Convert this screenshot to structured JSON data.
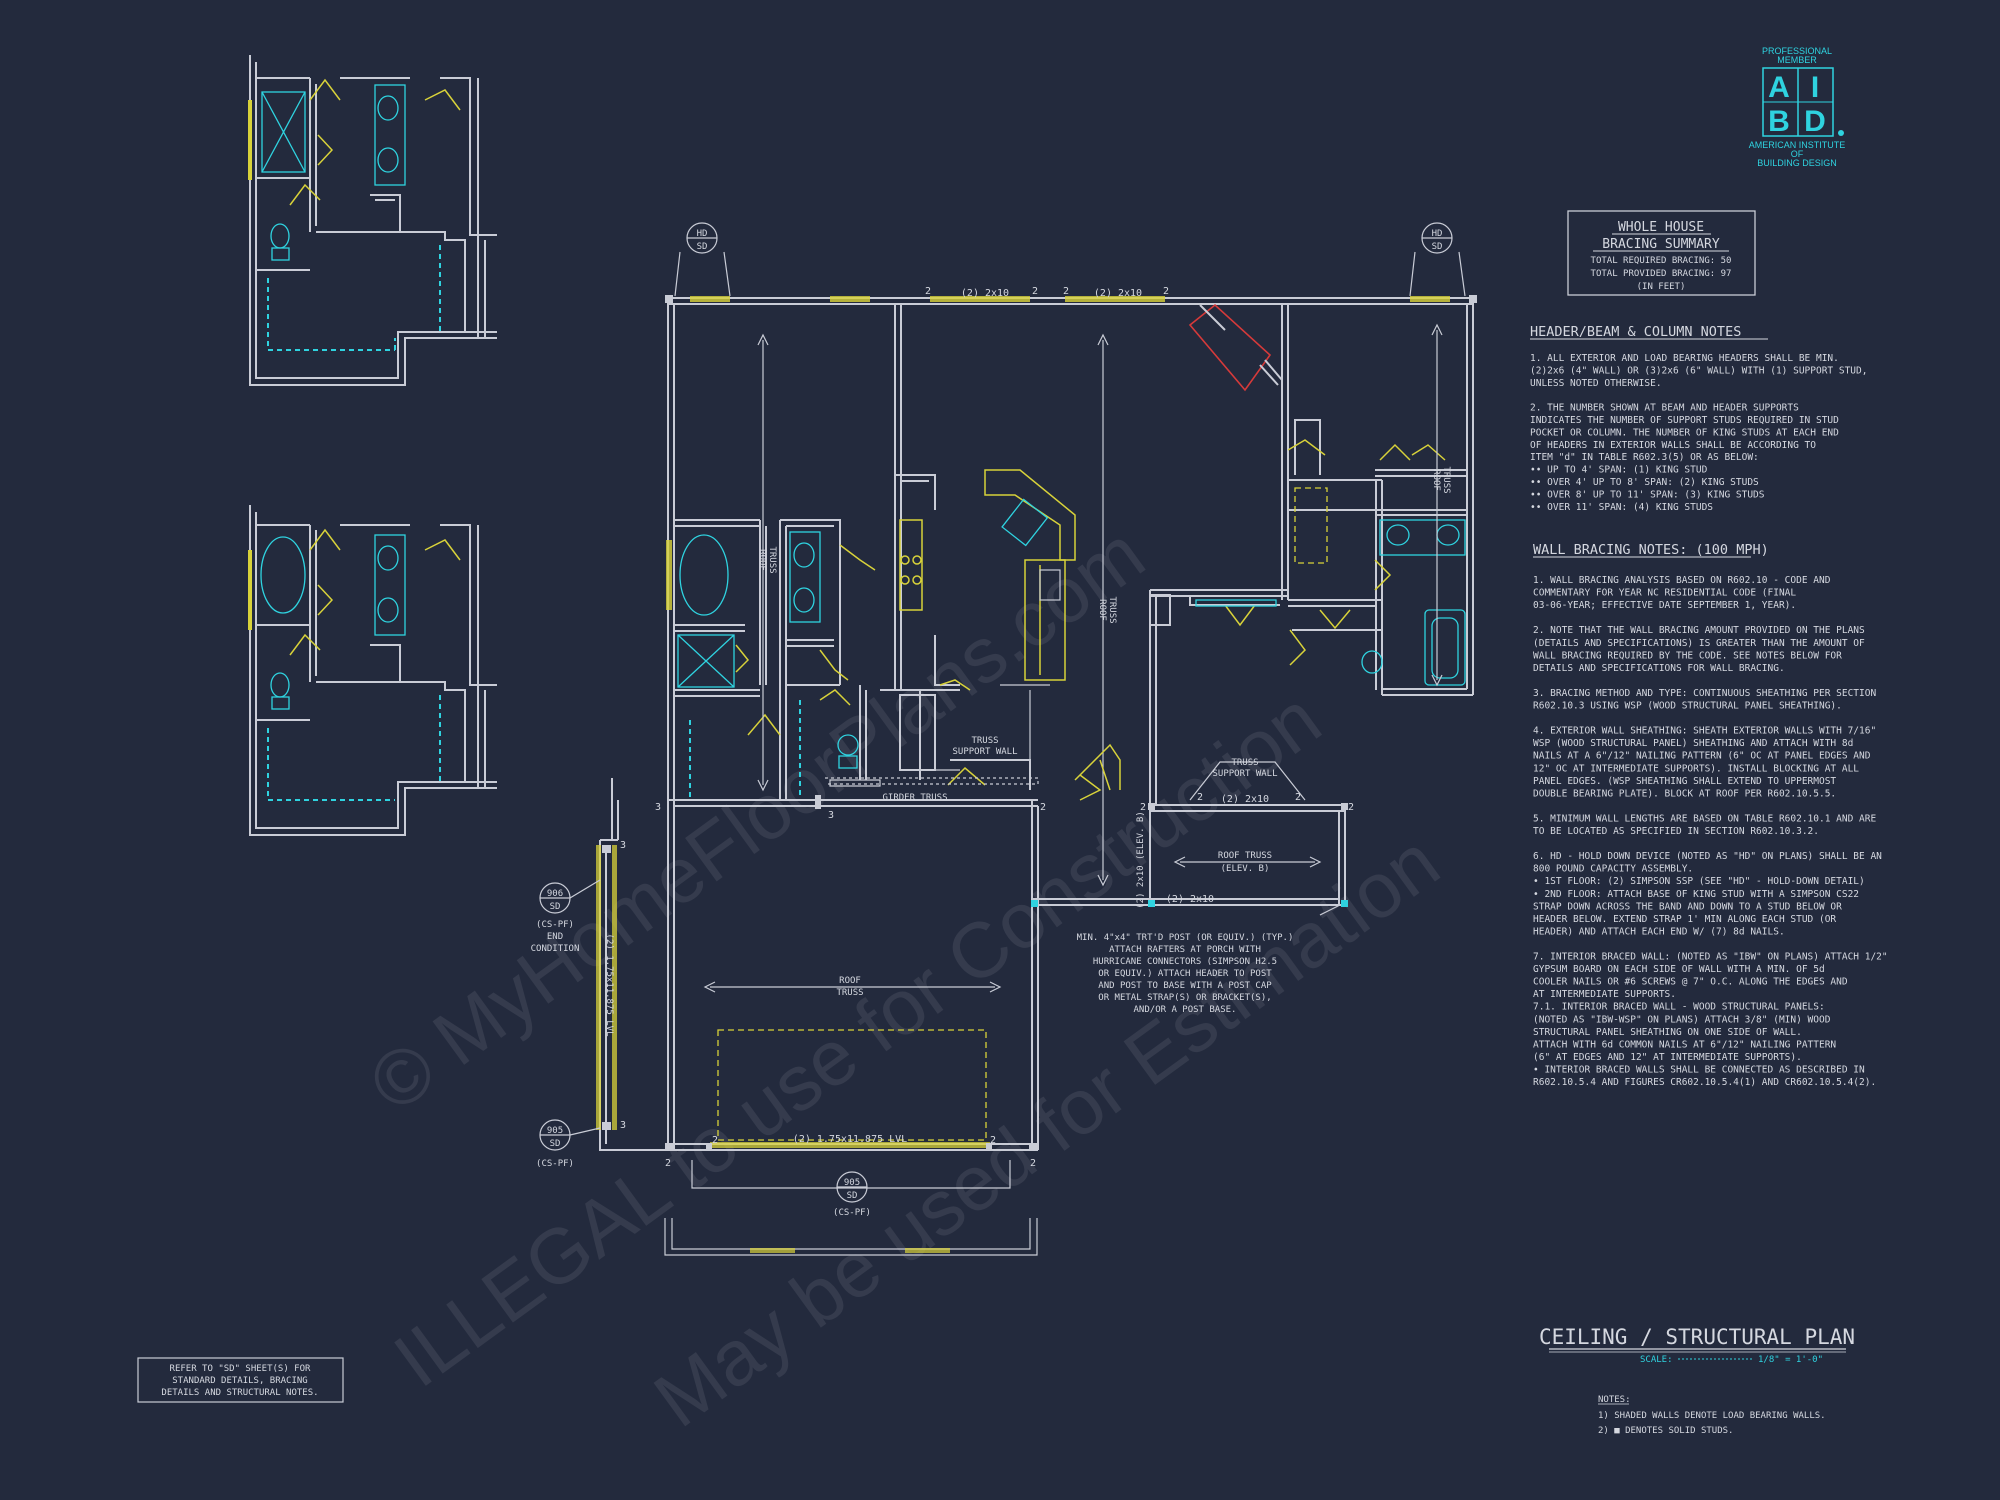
{
  "logo": {
    "top": "PROFESSIONAL",
    "top2": "MEMBER",
    "letters": [
      "A",
      "I",
      "B",
      "D"
    ],
    "bottom1": "AMERICAN INSTITUTE",
    "bottom2": "OF",
    "bottom3": "BUILDING DESIGN"
  },
  "summary": {
    "title1": "WHOLE HOUSE",
    "title2": "BRACING SUMMARY",
    "line1": "TOTAL REQUIRED BRACING: 50",
    "line2": "TOTAL PROVIDED BRACING: 97",
    "line3": "(IN FEET)"
  },
  "header_notes": {
    "title": "HEADER/BEAM & COLUMN NOTES",
    "lines": [
      "1.   ALL EXTERIOR AND LOAD BEARING HEADERS SHALL BE MIN.",
      "      (2)2x6 (4\" WALL) OR (3)2x6 (6\" WALL) WITH (1) SUPPORT STUD,",
      "      UNLESS NOTED OTHERWISE.",
      "",
      "2.   THE NUMBER SHOWN AT BEAM AND HEADER SUPPORTS",
      "      INDICATES THE NUMBER OF SUPPORT STUDS REQUIRED IN STUD",
      "      POCKET OR COLUMN. THE NUMBER OF KING STUDS AT EACH END",
      "      OF HEADERS IN EXTERIOR WALLS SHALL BE ACCORDING TO",
      "      ITEM \"d\" IN TABLE R602.3(5) OR AS BELOW:",
      "  ••      UP TO 4' SPAN: (1) KING STUD",
      "  ••      OVER 4' UP TO 8' SPAN: (2) KING STUDS",
      "  ••      OVER 8' UP TO 11' SPAN: (3) KING STUDS",
      "  ••      OVER 11' SPAN: (4) KING STUDS"
    ]
  },
  "wall_notes": {
    "title": "WALL BRACING NOTES: (100 MPH)",
    "lines": [
      "1.   WALL BRACING ANALYSIS BASED ON R602.10 - CODE AND",
      "      COMMENTARY FOR YEAR NC RESIDENTIAL CODE (FINAL",
      "      03-06-YEAR; EFFECTIVE DATE SEPTEMBER 1, YEAR).",
      "",
      "2.   NOTE THAT THE WALL BRACING AMOUNT PROVIDED ON THE PLANS",
      "      (DETAILS AND SPECIFICATIONS) IS GREATER THAN THE AMOUNT OF",
      "      WALL BRACING REQUIRED BY THE CODE. SEE NOTES BELOW FOR",
      "      DETAILS AND SPECIFICATIONS FOR WALL BRACING.",
      "",
      "3.   BRACING METHOD AND TYPE: CONTINUOUS SHEATHING PER SECTION",
      "      R602.10.3 USING WSP (WOOD STRUCTURAL PANEL SHEATHING).",
      "",
      "4.   EXTERIOR WALL SHEATHING: SHEATH EXTERIOR WALLS WITH 7/16\"",
      "      WSP (WOOD STRUCTURAL PANEL) SHEATHING AND ATTACH WITH 8d",
      "      NAILS AT A 6\"/12\" NAILING PATTERN (6\" OC AT PANEL EDGES AND",
      "      12\" OC AT INTERMEDIATE SUPPORTS). INSTALL BLOCKING AT ALL",
      "      PANEL EDGES. (WSP SHEATHING SHALL EXTEND TO UPPERMOST",
      "      DOUBLE BEARING PLATE). BLOCK AT ROOF PER R602.10.5.5.",
      "",
      "5.   MINIMUM WALL LENGTHS ARE BASED ON TABLE R602.10.1 AND ARE",
      "      TO BE LOCATED AS SPECIFIED IN SECTION R602.10.3.2.",
      "",
      "6.   HD - HOLD DOWN DEVICE (NOTED AS \"HD\" ON PLANS) SHALL BE AN",
      "      800 POUND CAPACITY ASSEMBLY.",
      "•    1ST FLOOR: (2) SIMPSON SSP (SEE \"HD\" - HOLD-DOWN DETAIL)",
      "•    2ND FLOOR: ATTACH BASE OF KING STUD WITH A SIMPSON CS22",
      "      STRAP DOWN ACROSS THE BAND AND DOWN TO A STUD BELOW OR",
      "      HEADER BELOW.  EXTEND STRAP 1' MIN ALONG EACH STUD (OR",
      "      HEADER) AND ATTACH EACH END W/ (7) 8d NAILS.",
      "",
      "7.   INTERIOR BRACED WALL: (NOTED AS \"IBW\" ON PLANS) ATTACH 1/2\"",
      "      GYPSUM BOARD ON EACH SIDE OF WALL WITH A MIN. OF 5d",
      "      COOLER NAILS OR #6 SCREWS @ 7\" O.C. ALONG THE EDGES AND",
      "      AT INTERMEDIATE SUPPORTS.",
      "7.1.       INTERIOR BRACED WALL - WOOD STRUCTURAL PANELS:",
      "              (NOTED AS \"IBW-WSP\" ON PLANS) ATTACH 3/8\" (MIN) WOOD",
      "              STRUCTURAL PANEL SHEATHING ON ONE SIDE OF WALL.",
      "              ATTACH WITH 6d COMMON NAILS AT 6\"/12\" NAILING PATTERN",
      "              (6\" AT EDGES AND 12\" AT INTERMEDIATE SUPPORTS).",
      "•    INTERIOR BRACED WALLS SHALL BE CONNECTED AS DESCRIBED IN",
      "      R602.10.5.4 AND FIGURES CR602.10.5.4(1) AND CR602.10.5.4(2)."
    ]
  },
  "plan_title": {
    "title": "CEILING / STRUCTURAL PLAN",
    "scale_label": "SCALE:",
    "scale_value": "1/8\" = 1'-0\""
  },
  "bottom_notes": {
    "title": "NOTES:",
    "line1": "1) SHADED WALLS DENOTE LOAD BEARING WALLS.",
    "line2": "2) ■ DENOTES SOLID STUDS."
  },
  "refer_box": {
    "line1": "REFER TO \"SD\" SHEET(S) FOR",
    "line2": "STANDARD DETAILS, BRACING",
    "line3": "DETAILS AND STRUCTURAL NOTES."
  },
  "plan_labels": {
    "hd": "HD",
    "sd": "SD",
    "header_2x10": "(2) 2x10",
    "num2": "2",
    "num3": "3",
    "roof_truss": "ROOF",
    "roof_truss2": "TRUSS",
    "roof_truss_elev": "ROOF TRUSS",
    "elev_b": "(ELEV. B)",
    "elev_b_vert": "(2) 2x10 (ELEV. B)",
    "truss_support": "TRUSS",
    "truss_support2": "SUPPORT WALL",
    "girder_truss": "GIRDER TRUSS",
    "lvl": "(2) 1.75x11.875 LVL",
    "lvl_vert": "(2) 1.75x11.875 LVL",
    "det_906": "906",
    "det_905": "905",
    "cs_pf": "(CS-PF)",
    "end": "END",
    "condition": "CONDITION",
    "porch1": "MIN. 4\"x4\" TRT'D POST (OR EQUIV.) (TYP.)",
    "porch2": "ATTACH RAFTERS AT PORCH WITH",
    "porch3": "HURRICANE CONNECTORS (SIMPSON H2.5",
    "porch4": "OR EQUIV.) ATTACH HEADER TO POST",
    "porch5": "AND POST TO BASE WITH A POST CAP",
    "porch6": "OR METAL STRAP(S) OR BRACKET(S),",
    "porch7": "AND/OR A POST BASE."
  },
  "watermark": {
    "line1": "© MyHomeFloorPlans.com",
    "line2": "ILLEGAL to use for Construction",
    "line3": "May be used for Estimation"
  },
  "colors": {
    "background": "#232a3d",
    "line": "#c9ccd6",
    "accent": "#d8d23a",
    "cyan": "#2fd3e0",
    "red": "#d63a3a"
  }
}
